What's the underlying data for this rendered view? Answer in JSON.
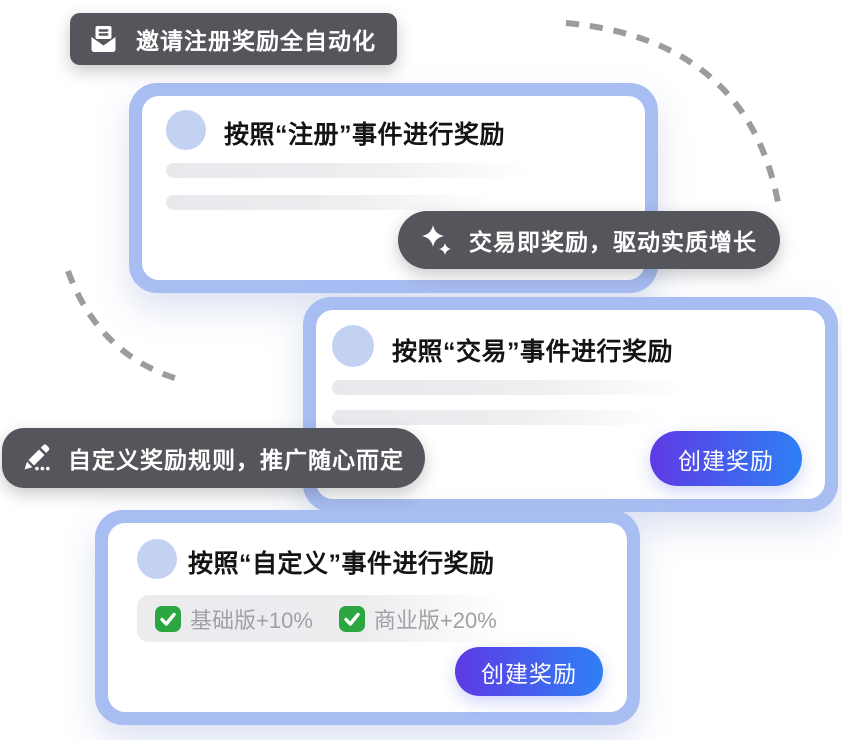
{
  "colors": {
    "card_border": "#a8bdf2",
    "avatar": "#c3d1f3",
    "badge_bg": "#54565b",
    "button_gradient_start": "#5e3ae4",
    "button_gradient_end": "#2e80f6",
    "check_green": "#2ba640",
    "arc_gray": "#9b9ba0",
    "tag_text": "#a1a1a5"
  },
  "badges": [
    {
      "icon": "mail-icon",
      "label": "邀请注册奖励全自动化"
    },
    {
      "icon": "sparkles-icon",
      "label": "交易即奖励，驱动实质增长"
    },
    {
      "icon": "pencil-icon",
      "label": "自定义奖励规则，推广随心而定"
    }
  ],
  "cards": [
    {
      "title": "按照“注册”事件进行奖励"
    },
    {
      "title": "按照“交易”事件进行奖励",
      "button_label": "创建奖励"
    },
    {
      "title": "按照“自定义”事件进行奖励",
      "button_label": "创建奖励",
      "tags": [
        {
          "icon": "check-icon",
          "label": "基础版+10%"
        },
        {
          "icon": "check-icon",
          "label": "商业版+20%"
        }
      ]
    }
  ]
}
